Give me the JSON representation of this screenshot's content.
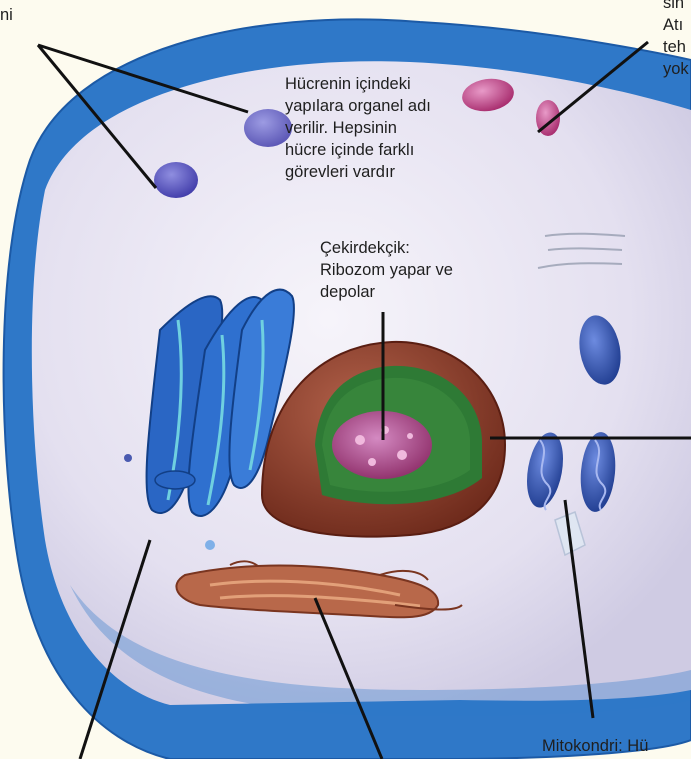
{
  "labels": {
    "organel_note": "Hücrenin içindeki\nyapılara organel adı\nverilir. Hepsinin\nhücre içinde farklı\ngörevleri vardır",
    "cekirdekcik_note": "Çekirdekçik:\nRibozom yapar ve\ndepolar",
    "top_left_fragment": "ni",
    "top_right_fragment": "sin\nAtı\nteh\nyok",
    "mitokondri_note": "Mitokondri: Hü"
  },
  "colors": {
    "background": "#fdfbef",
    "cell_membrane": "#2f78c8",
    "cytoplasm": "#e6e2f2",
    "nucleus": "#8a3b26",
    "nucleoplasm": "#2e7a35",
    "nucleolus": "#b0508e",
    "golgi": "#2a66c4",
    "endoplasmic_reticulum": "#b8684a",
    "mitochondria": "#2a4fa8",
    "vesicle": "#b2306e",
    "pointer_line": "#111111"
  },
  "icons": [
    "cell-diagram-illustration"
  ]
}
